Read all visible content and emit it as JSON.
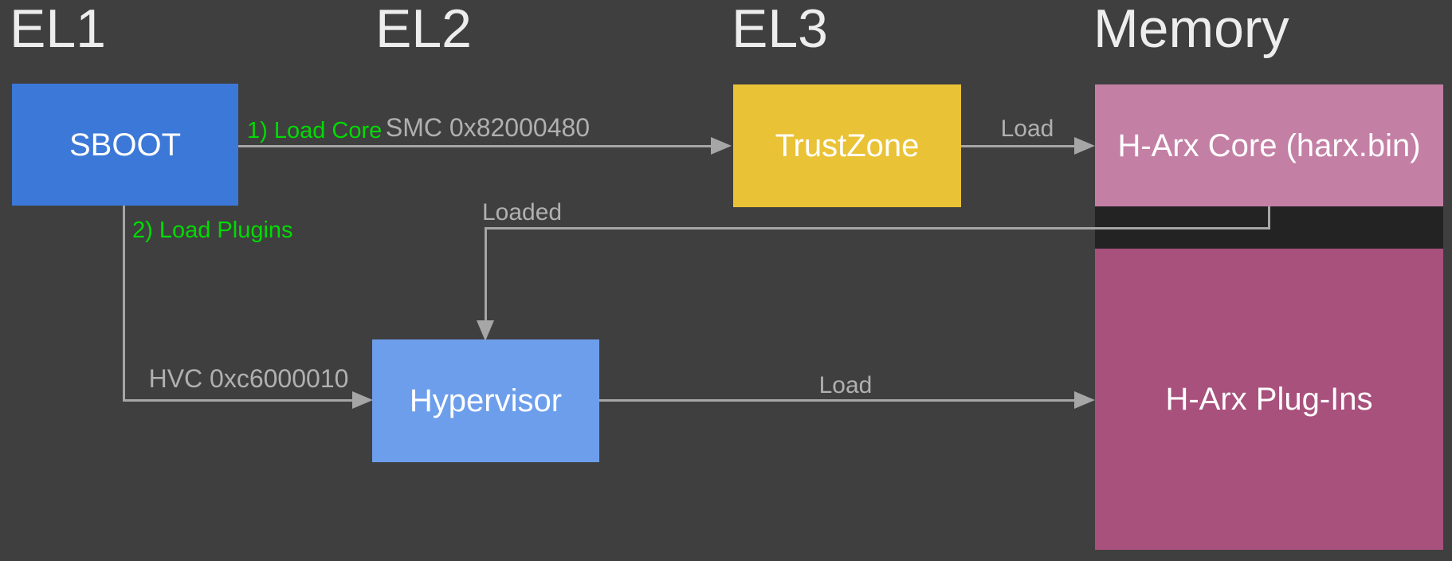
{
  "colors": {
    "background": "#3F3F3F",
    "memory_backdrop": "#232323",
    "line": "#A6A6A6",
    "label_gray": "#B0B0B0",
    "label_green": "#00DB00",
    "header_text": "#EDEDED",
    "node_text": "#FFFFFF",
    "sboot": "#3C78D8",
    "trustzone": "#EAC236",
    "hypervisor": "#6D9EEB",
    "harx_core": "#C47FA5",
    "harx_plugins": "#A8517D"
  },
  "headers": {
    "el1": "EL1",
    "el2": "EL2",
    "el3": "EL3",
    "memory": "Memory"
  },
  "nodes": {
    "sboot": "SBOOT",
    "trustzone": "TrustZone",
    "hypervisor": "Hypervisor",
    "harx_core": "H-Arx Core (harx.bin)",
    "harx_plugins": "H-Arx Plug-Ins"
  },
  "edges": {
    "sboot_to_trustzone": {
      "step": "1) Load Core",
      "call": "SMC 0x82000480"
    },
    "trustzone_to_core": {
      "label": "Load"
    },
    "core_to_hypervisor": {
      "label": "Loaded"
    },
    "sboot_to_hypervisor": {
      "step": "2) Load Plugins",
      "call": "HVC 0xc6000010"
    },
    "hypervisor_to_plugins": {
      "label": "Load"
    }
  }
}
